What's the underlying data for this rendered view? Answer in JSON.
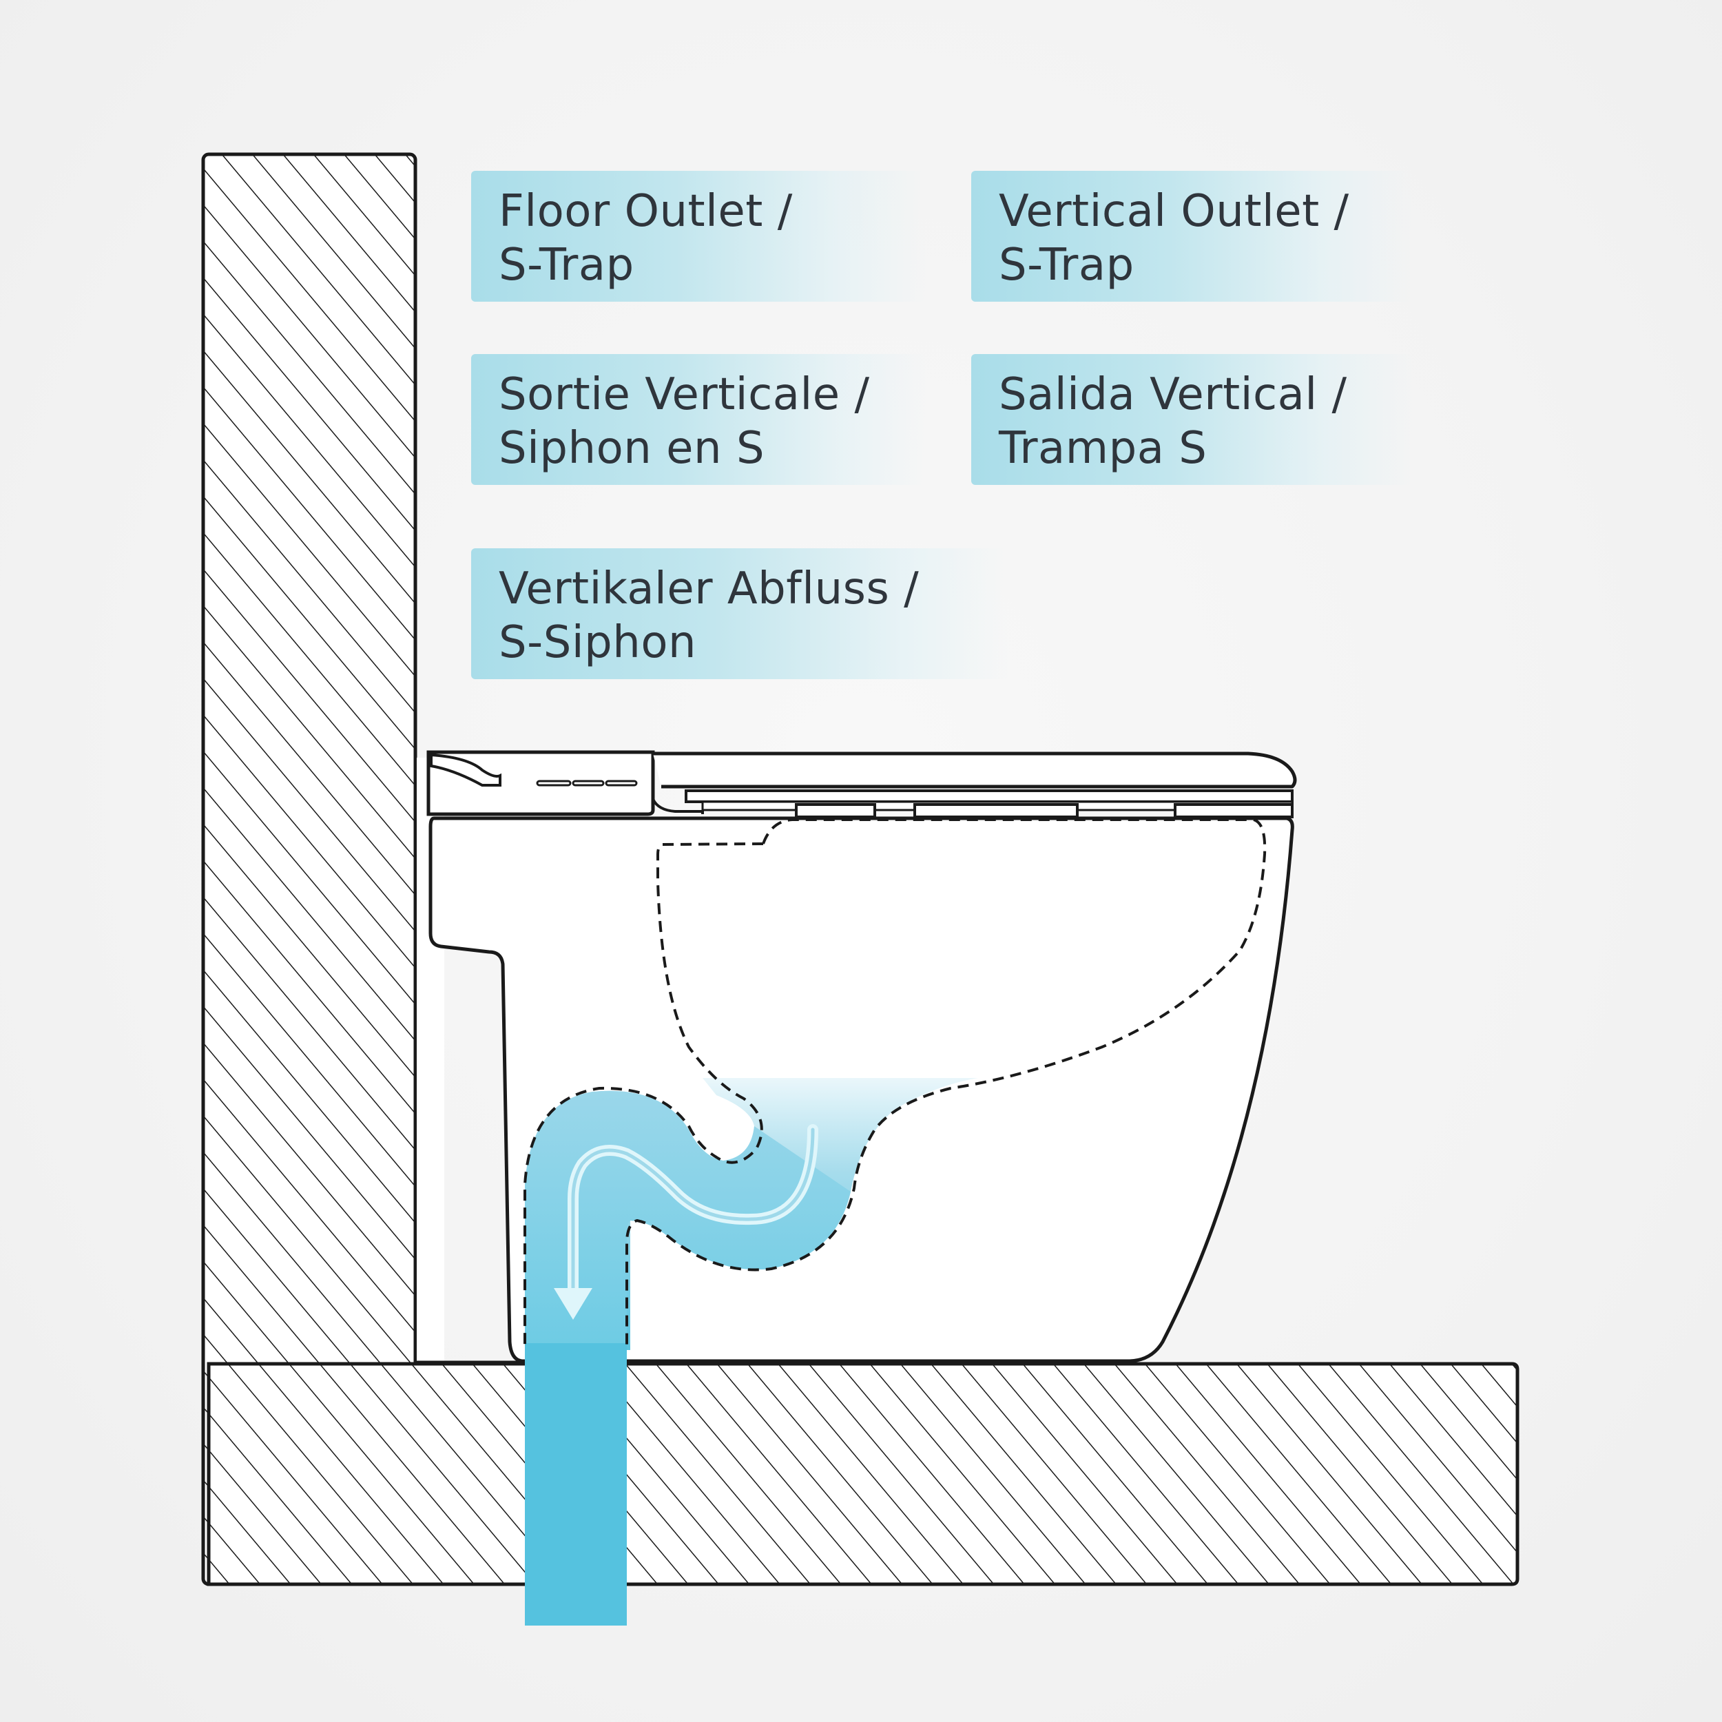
{
  "labels": [
    {
      "id": "en",
      "line1": "Floor Outlet /",
      "line2": "S-Trap"
    },
    {
      "id": "en-vertical",
      "line1": "Vertical Outlet /",
      "line2": "S-Trap"
    },
    {
      "id": "fr",
      "line1": "Sortie Verticale /",
      "line2": "Siphon en S"
    },
    {
      "id": "es",
      "line1": "Salida Vertical /",
      "line2": "Trampa S"
    },
    {
      "id": "de",
      "line1": "Vertikaler Abfluss /",
      "line2": "S-Siphon"
    }
  ],
  "colors": {
    "water": "#5bc4e0",
    "water_light": "#c9ecf5",
    "arrow": "#dff6fb",
    "outline": "#1a1a1a",
    "label_bg": "#a9dde9"
  },
  "icons": {
    "flow": "flow-arrow-icon"
  }
}
